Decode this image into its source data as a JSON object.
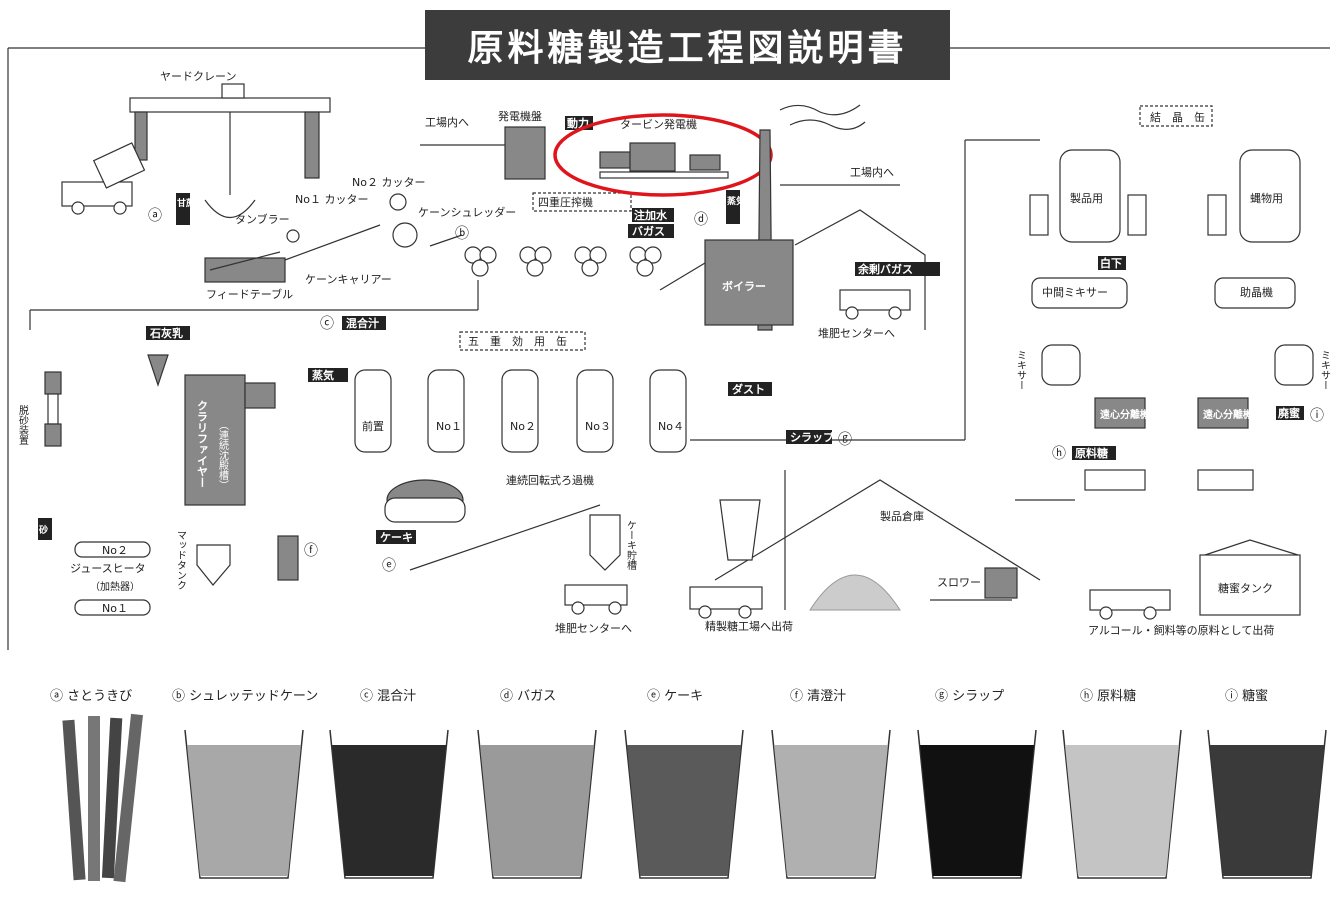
{
  "title": "原料糖製造工程図説明書",
  "labels": {
    "yard_crane": "ヤードクレーン",
    "power_panel": "発電機盤",
    "to_factory_1": "工場内へ",
    "power": "動力",
    "turbine": "タービン発電機",
    "to_factory_2": "工場内へ",
    "crystal_can": "結　晶　缶",
    "product_use": "製品用",
    "pot_use": "蝿物用",
    "sugarcane": "甘蔗",
    "no1_cutter": "No１ カッター",
    "no2_cutter": "No２ カッター",
    "tumbler": "タンブラー",
    "cane_shredder": "ケーンシュレッダー",
    "four_mill": "四重圧搾機",
    "water_add": "注加水",
    "bagasse": "バガス",
    "steam_1": "蒸気",
    "feed_table": "フィードテーブル",
    "cane_carrier": "ケーンキャリアー",
    "boiler": "ボイラー",
    "surplus_bagasse": "余剰バガス",
    "compost_1": "堆肥センターへ",
    "middle_mixer": "中間ミキサー",
    "white_lower": "白下",
    "crystallizer": "助晶機",
    "mixed_juice": "混合汁",
    "lime": "石灰乳",
    "five_effect": "五　重　効　用　缶",
    "steam_2": "蒸気",
    "clarifier": "クラリファイヤー",
    "clarifier_sub": "（連続沈殿槽）",
    "pre": "前置",
    "no1": "No１",
    "no2": "No２",
    "no3": "No３",
    "no4": "No４",
    "dust": "ダスト",
    "syrup": "シラップ",
    "mixer_l": "ミキサー",
    "mixer_r": "ミキサー",
    "centrifuge_1": "遠心分離機",
    "centrifuge_2": "遠心分離機",
    "molasses_tag": "廃蜜",
    "raw_sugar_tag": "原料糖",
    "desander": "脱砂装置",
    "sand": "砂",
    "rotary_filter": "連続回転式ろ過機",
    "cake": "ケーキ",
    "cake_storage": "ケーキ貯槽",
    "compost_2": "堆肥センターへ",
    "warehouse": "製品倉庫",
    "slower": "スロワー",
    "to_refinery": "精製糖工場へ出荷",
    "molasses_tank": "糖蜜タンク",
    "molasses_ship": "アルコール・飼料等の原料として出荷",
    "juice_heater": "ジュースヒータ",
    "heater_sub": "（加熱器）",
    "no2_heater": "No２",
    "no1_heater": "No１",
    "mud_tank": "マッドタンク"
  },
  "markers": [
    "ⓐ",
    "ⓑ",
    "ⓒ",
    "ⓓ",
    "ⓔ",
    "ⓕ",
    "ⓖ",
    "ⓗ",
    "ⓘ"
  ],
  "samples": [
    "ⓐ さとうきび",
    "ⓑ シュレッテッドケーン",
    "ⓒ 混合汁",
    "ⓓ バガス",
    "ⓔ ケーキ",
    "ⓕ 清澄汁",
    "ⓖ シラップ",
    "ⓗ 原料糖",
    "ⓘ 糖蜜"
  ],
  "colors": {
    "highlight": "#e0141b",
    "tag_bg": "#222222"
  }
}
